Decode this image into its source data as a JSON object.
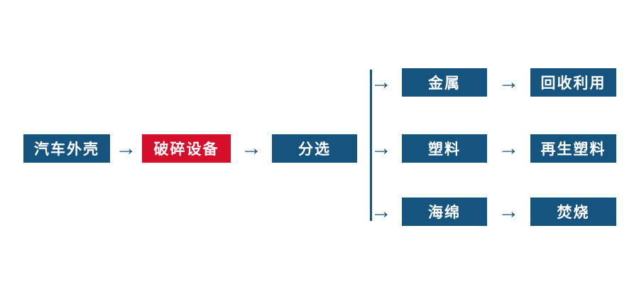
{
  "colors": {
    "primary_blue": "#15547E",
    "highlight_red": "#D50F2B",
    "text_white": "#FFFFFF",
    "background": "#FFFFFF"
  },
  "glyphs": {
    "flow_arrow": "→"
  },
  "main_flow": {
    "input_label": "汽车外壳",
    "process_label": "破碎设备",
    "sort_label": "分选"
  },
  "branches": [
    {
      "material_label": "金属",
      "outcome_label": "回收利用"
    },
    {
      "material_label": "塑料",
      "outcome_label": "再生塑料"
    },
    {
      "material_label": "海绵",
      "outcome_label": "焚烧"
    }
  ]
}
